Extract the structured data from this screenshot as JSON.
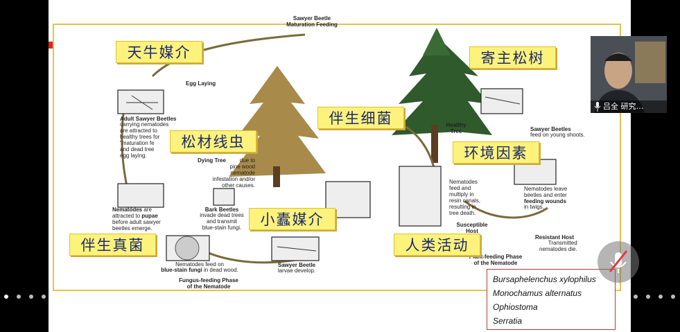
{
  "diagram": {
    "cn_labels": {
      "sawyer_vector": "天牛媒介",
      "host_pine": "寄主松树",
      "associated_bacteria": "伴生细菌",
      "pine_wood_nematode": "松材线虫",
      "environment": "环境因素",
      "beetle_vector": "小蠹媒介",
      "associated_fungi": "伴生真菌",
      "human_activity": "人类活动"
    },
    "en": {
      "maturation_feeding": "Sawyer Beetle\nMaturation Feeding",
      "egg_laying": "Egg Laying",
      "adult_sawyer": "Adult Sawyer Beetles",
      "adult_sawyer_desc": "carrying nematodes\nare attracted to\nhealthy trees for\n\"maturation fe\nand dead tree\negg laying.",
      "healthy_tree": "Healthy\nTree",
      "sawyer_feed": "Sawyer Beetles",
      "sawyer_feed_desc": "feed on young shoots.",
      "dying_tree": "Dying Tree",
      "dying_tree_desc": "due to\npine wood nematode\ninfestation and/or\nother causes.",
      "nematodes_multiply": "Nematodes\nfeed and\nmultiply in\nresin canals,\nresulting in\ntree death.",
      "nematodes_leave": "Nematodes leave\nbeetles and enter",
      "feeding_wounds": "feeding wounds",
      "in_twigs": "in twigs.",
      "nematodes_pupae_1": "Nematodes",
      "nematodes_pupae_2": "are",
      "nematodes_pupae_3": "attracted to",
      "nematodes_pupae_4": "pupae",
      "nematodes_pupae_5": "before adult sawyer\nbeetles emerge.",
      "bark_beetles": "Bark Beetles",
      "bark_beetles_desc": "invade dead trees\nand transmit\nblue-stain fungi.",
      "susceptible_host": "Susceptible\nHost",
      "resistant_host": "Resistant Host",
      "resistant_host_desc": "Transmitted\nnematodes die.",
      "nematodes_feed_fungi": "Nematodes feed on",
      "blue_stain": "blue-stain fungi",
      "in_dead_wood": "in dead wood.",
      "sawyer_larvae": "Sawyer Beetle",
      "larvae_develop": "larvae develop.",
      "plant_phase": "Plant-feeding Phase\nof the Nematode",
      "fungus_phase": "Fungus-feeding Phase\nof the Nematode"
    },
    "species": [
      "Bursaphelenchus xylophilus",
      "Monochamus alternatus",
      "Ophiostoma",
      "Serratia"
    ]
  },
  "video": {
    "participant_name": "吕全 研究…"
  },
  "colors": {
    "label_bg": "#fdf27b",
    "label_text": "#1a2a6c",
    "frame": "#e2c24a"
  }
}
